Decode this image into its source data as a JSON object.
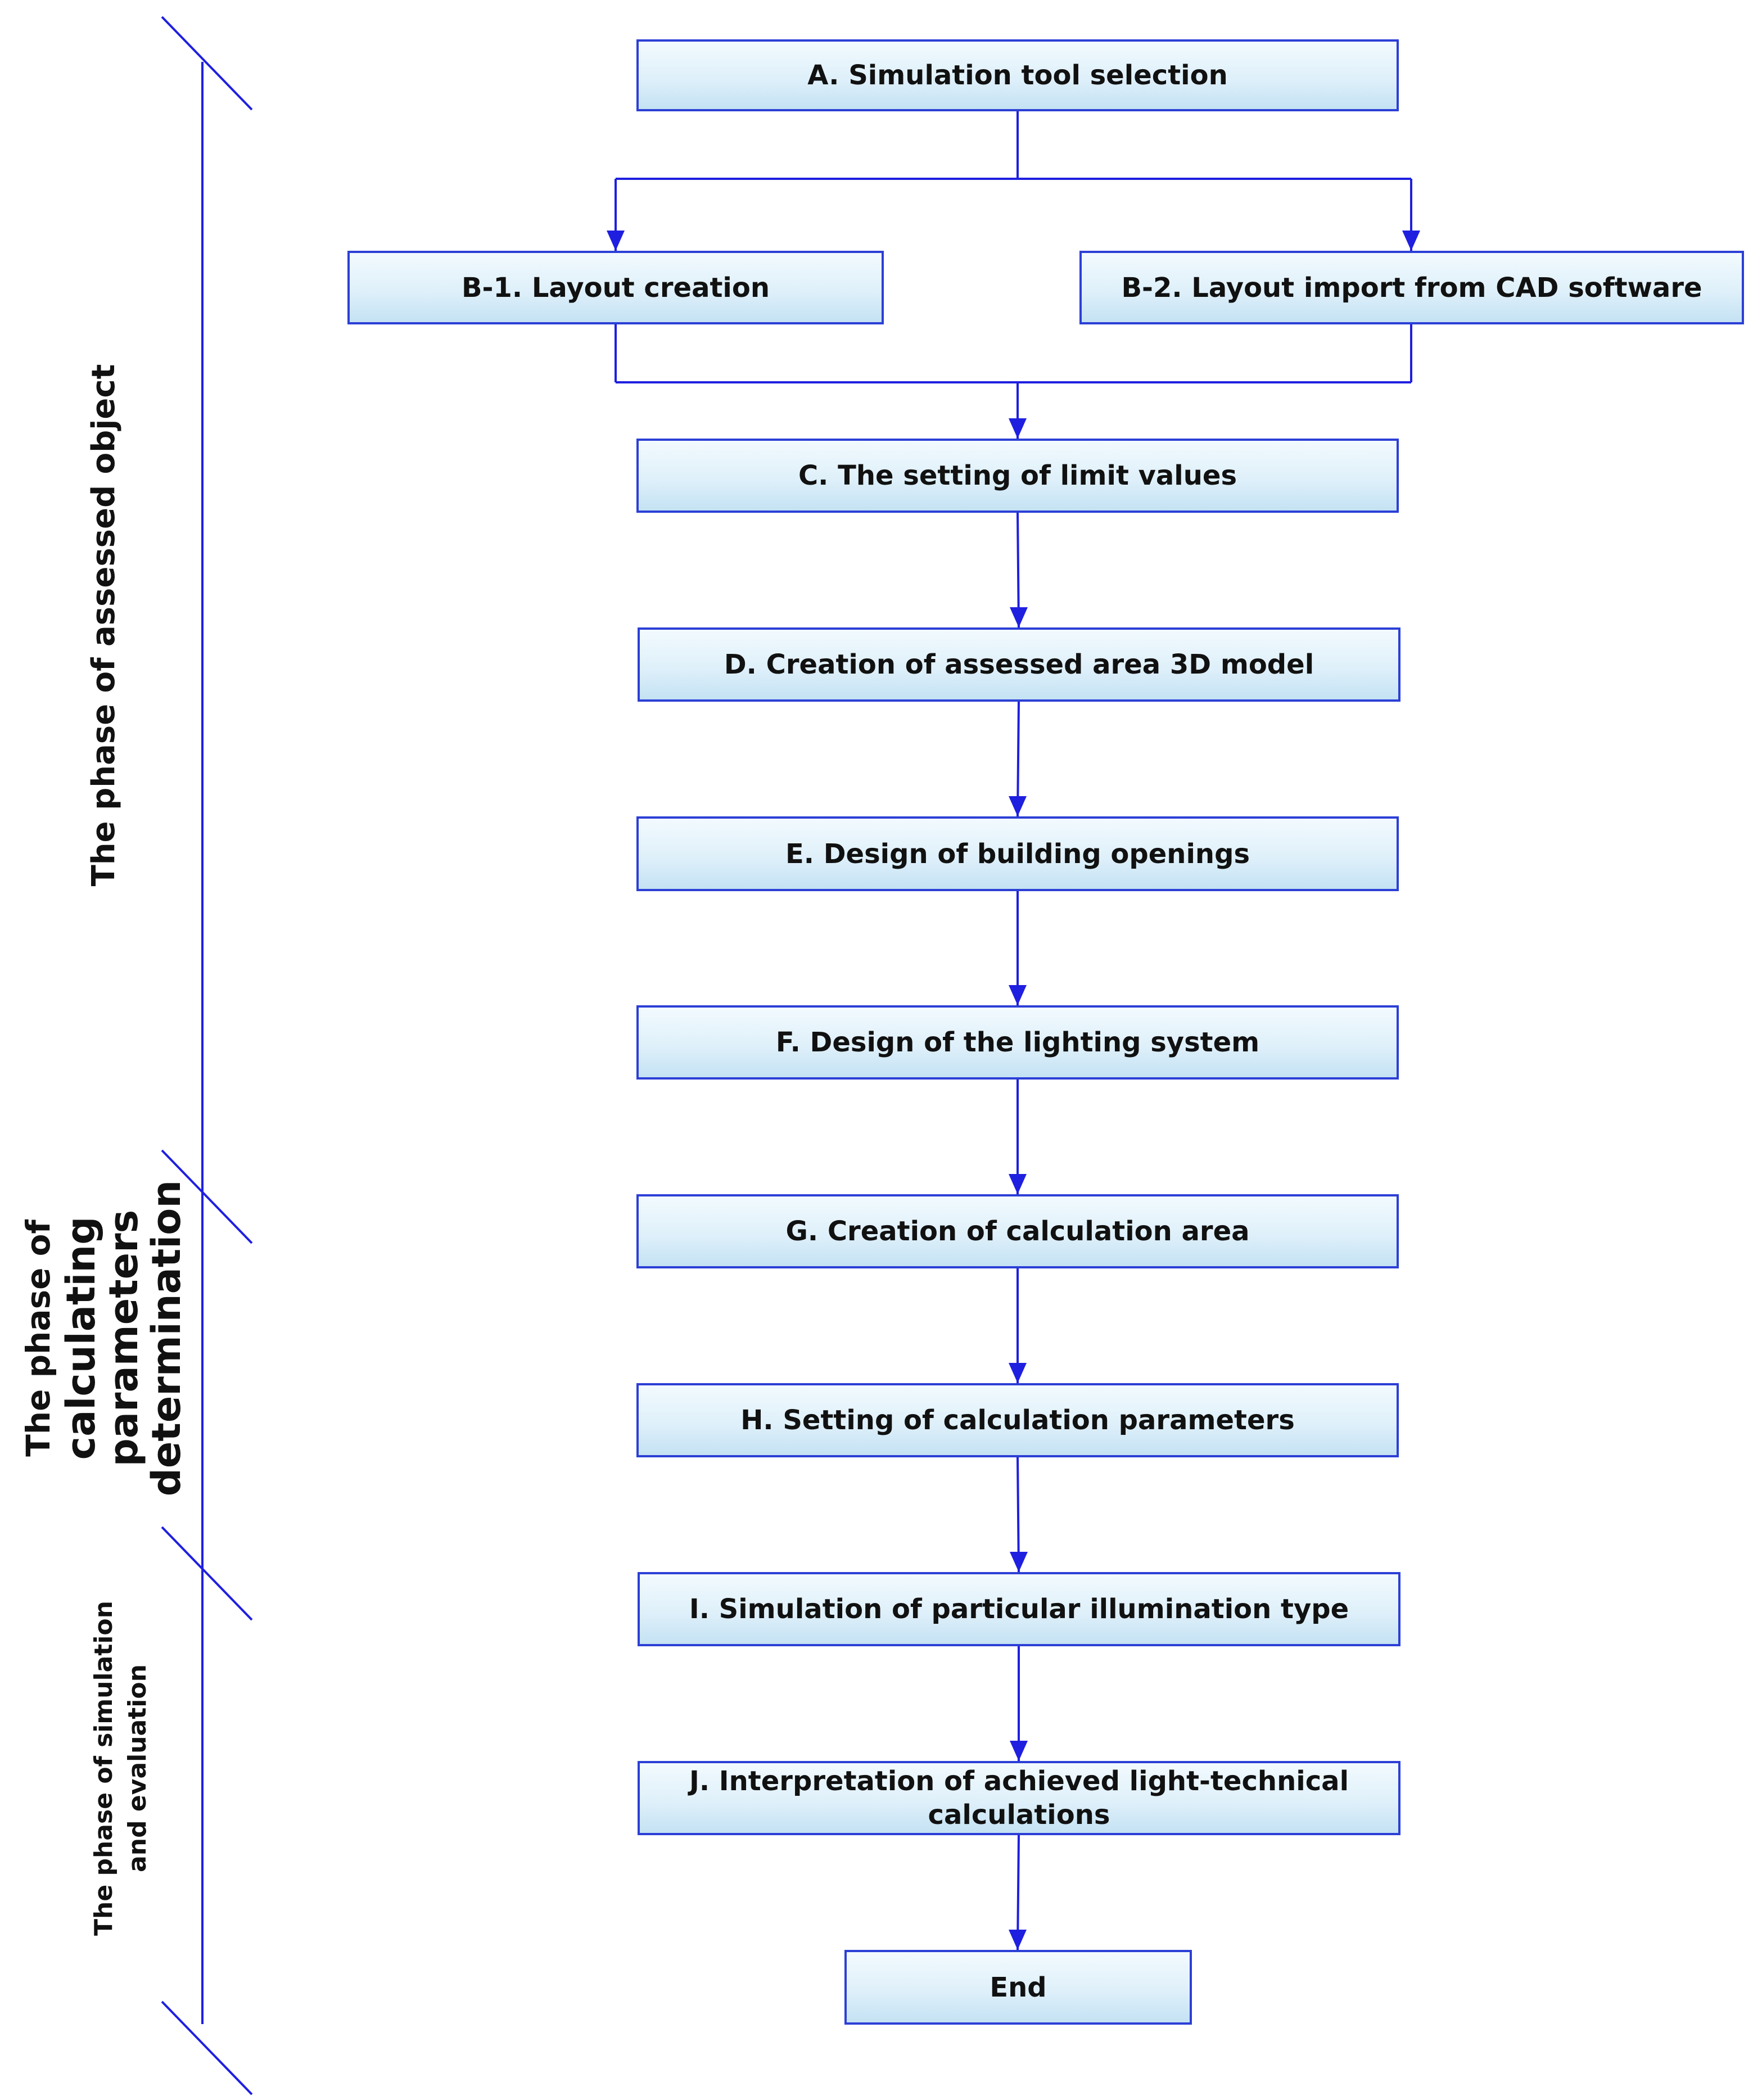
{
  "colors": {
    "line": "#1f1fe0",
    "box_border": "#2c3fd6",
    "box_fill_top": "#f2fafe",
    "box_fill_bottom": "#c4e2f4",
    "text": "#111111"
  },
  "steps": {
    "a": "A. Simulation tool selection",
    "b1": "B-1. Layout creation",
    "b2": "B-2. Layout import from CAD software",
    "c": "C. The setting of limit values",
    "d": "D. Creation of assessed area 3D model",
    "e": "E. Design of building openings",
    "f": "F. Design of the lighting system",
    "g": "G. Creation of calculation area",
    "h": "H. Setting of calculation parameters",
    "i": "I. Simulation of particular illumination type",
    "j": "J. Interpretation of achieved light-technical calculations",
    "end": "End"
  },
  "phases": {
    "assessed_object": {
      "line1": "The phase of assessed object"
    },
    "calculating_parameters": {
      "line1": "The phase of",
      "line2": "calculating",
      "line3": "parameters",
      "line4": "determination"
    },
    "simulation_evaluation": {
      "line1": "The phase of simulation",
      "line2": "and evaluation"
    }
  }
}
